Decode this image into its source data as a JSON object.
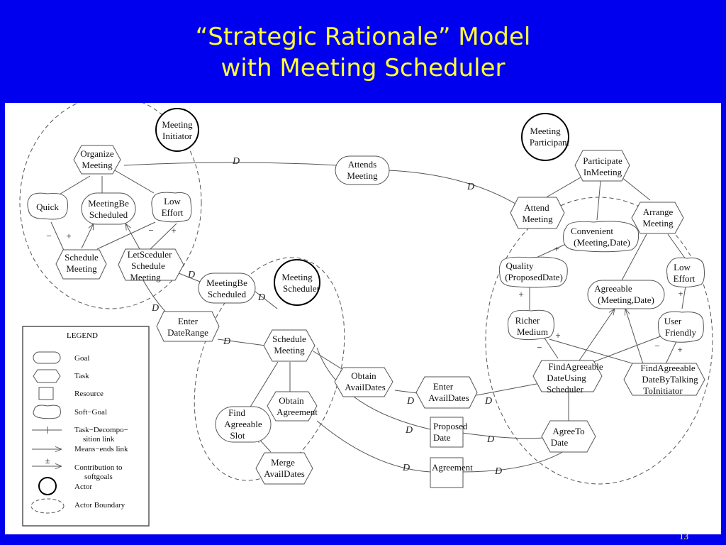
{
  "title": {
    "line1": "“Strategic Rationale” Model",
    "line2": "with Meeting Scheduler"
  },
  "page_number": "13",
  "actors": {
    "initiator": {
      "lines": [
        "Meeting",
        "Initiator"
      ]
    },
    "participant": {
      "lines": [
        "Meeting",
        "Participant"
      ]
    },
    "scheduler": {
      "lines": [
        "Meeting",
        "Scheduler"
      ]
    }
  },
  "initiator_nodes": {
    "organize_meeting": {
      "lines": [
        "Organize",
        "Meeting"
      ]
    },
    "quick": {
      "lines": [
        "Quick"
      ]
    },
    "meeting_be_scheduled": {
      "lines": [
        "MeetingBe",
        "Scheduled"
      ]
    },
    "low_effort": {
      "lines": [
        "Low",
        "Effort"
      ]
    },
    "schedule_meeting": {
      "lines": [
        "Schedule",
        "Meeting"
      ]
    },
    "let_scheduler": {
      "lines": [
        "LetSceduler",
        "Schedule",
        "Meeting"
      ]
    }
  },
  "dependums": {
    "attends_meeting": {
      "lines": [
        "Attends",
        "Meeting"
      ]
    },
    "meeting_be_scheduled": {
      "lines": [
        "MeetingBe",
        "Scheduled"
      ]
    },
    "enter_date_range": {
      "lines": [
        "Enter",
        "DateRange"
      ]
    },
    "enter_avail_dates": {
      "lines": [
        "Enter",
        "AvailDates"
      ]
    },
    "proposed_date": {
      "lines": [
        "Proposed",
        "Date"
      ]
    },
    "agreement": {
      "lines": [
        "Agreement"
      ]
    }
  },
  "scheduler_nodes": {
    "schedule_meeting": {
      "lines": [
        "Schedule",
        "Meeting"
      ]
    },
    "obtain_avail_dates": {
      "lines": [
        "Obtain",
        "AvailDates"
      ]
    },
    "obtain_agreement": {
      "lines": [
        "Obtain",
        "Agreement"
      ]
    },
    "find_agreeable_slot": {
      "lines": [
        "Find",
        "Agreeable",
        "Slot"
      ]
    },
    "merge_avail_dates": {
      "lines": [
        "Merge",
        "AvailDates"
      ]
    }
  },
  "participant_nodes": {
    "participate_in_meeting": {
      "lines": [
        "Participate",
        "InMeeting"
      ]
    },
    "attend_meeting": {
      "lines": [
        "Attend",
        "Meeting"
      ]
    },
    "convenient": {
      "lines": [
        "Convenient",
        "(Meeting,Date)"
      ]
    },
    "arrange_meeting": {
      "lines": [
        "Arrange",
        "Meeting"
      ]
    },
    "quality": {
      "lines": [
        "Quality",
        "(ProposedDate)"
      ]
    },
    "low_effort": {
      "lines": [
        "Low",
        "Effort"
      ]
    },
    "agreeable": {
      "lines": [
        "Agreeable",
        "(Meeting,Date)"
      ]
    },
    "richer_medium": {
      "lines": [
        "Richer",
        "Medium"
      ]
    },
    "user_friendly": {
      "lines": [
        "User",
        "Friendly"
      ]
    },
    "find_using_scheduler": {
      "lines": [
        "FindAgreeable",
        "DateUsing",
        "Scheduler"
      ]
    },
    "find_by_talking": {
      "lines": [
        "FindAgreeable",
        "DateByTalking",
        "ToInitiator"
      ]
    },
    "agree_to_date": {
      "lines": [
        "AgreeTo",
        "Date"
      ]
    }
  },
  "dependency_marker": "D",
  "contribution": {
    "plus": "+",
    "minus": "−"
  },
  "legend": {
    "title": "LEGEND",
    "items": {
      "goal": {
        "lines": [
          "Goal"
        ]
      },
      "task": {
        "lines": [
          "Task"
        ]
      },
      "resource": {
        "lines": [
          "Resource"
        ]
      },
      "softgoal": {
        "lines": [
          "Soft−Goal"
        ]
      },
      "decomposition": {
        "lines": [
          "Task−Decompo−",
          "sition link"
        ]
      },
      "means_ends": {
        "lines": [
          "Means−ends link"
        ]
      },
      "contribution": {
        "lines": [
          "Contribution to",
          "softgoals"
        ]
      },
      "actor": {
        "lines": [
          "Actor"
        ]
      },
      "boundary": {
        "lines": [
          "Actor Boundary"
        ]
      }
    },
    "contribution_symbol": "±"
  }
}
